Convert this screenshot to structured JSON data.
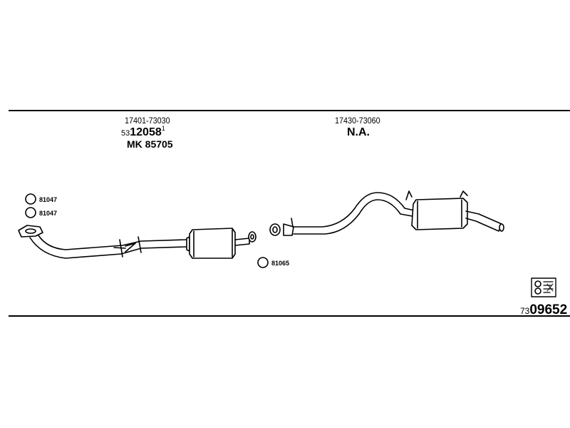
{
  "parts": {
    "front_oem": "17401-73030",
    "front_ref_prefix": "53",
    "front_ref_main": "12058",
    "front_ref_sup": "1",
    "front_mk": "MK  85705",
    "rear_oem": "17430-73060",
    "rear_status": "N.A."
  },
  "gaskets": {
    "g1": "81047",
    "g2": "81047",
    "g3": "81065"
  },
  "diagram_ref": {
    "prefix": "73",
    "main": "09652"
  },
  "icons": {
    "service": "parts-list-icon"
  }
}
